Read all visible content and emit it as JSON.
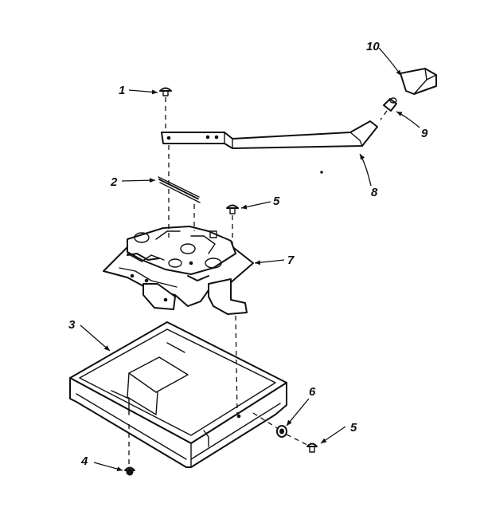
{
  "labels": {
    "p1": "1",
    "p2": "2",
    "p3": "3",
    "p4": "4",
    "p5a": "5",
    "p5b": "5",
    "p6": "6",
    "p7": "7",
    "p8": "8",
    "p9": "9",
    "p10": "10"
  }
}
